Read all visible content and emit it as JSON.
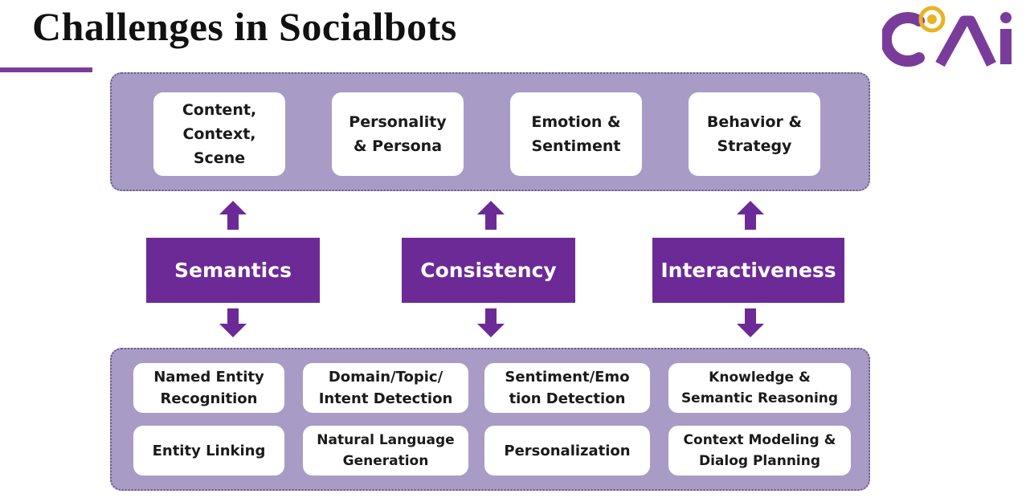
{
  "title": "Challenges in Socialbots",
  "colors": {
    "accent": "#6c2a96",
    "panel": "#a89cc6",
    "logo_gold": "#e8b424"
  },
  "top_boxes": [
    {
      "label": "Content,\nContext,\nScene"
    },
    {
      "label": "Personality\n& Persona"
    },
    {
      "label": "Emotion &\nSentiment"
    },
    {
      "label": "Behavior &\nStrategy"
    }
  ],
  "concepts": [
    {
      "label": "Semantics"
    },
    {
      "label": "Consistency"
    },
    {
      "label": "Interactiveness"
    }
  ],
  "bottom_boxes": [
    {
      "label": "Named Entity\nRecognition"
    },
    {
      "label": "Domain/Topic/\nIntent Detection"
    },
    {
      "label": "Sentiment/Emo\ntion Detection"
    },
    {
      "label": "Knowledge &\nSemantic Reasoning"
    },
    {
      "label": "Entity Linking"
    },
    {
      "label": "Natural Language\nGeneration"
    },
    {
      "label": "Personalization"
    },
    {
      "label": "Context Modeling &\nDialog Planning"
    }
  ],
  "icons": {
    "logo": "cai-logo-icon",
    "arrow_up": "arrow-up-icon",
    "arrow_down": "arrow-down-icon"
  }
}
